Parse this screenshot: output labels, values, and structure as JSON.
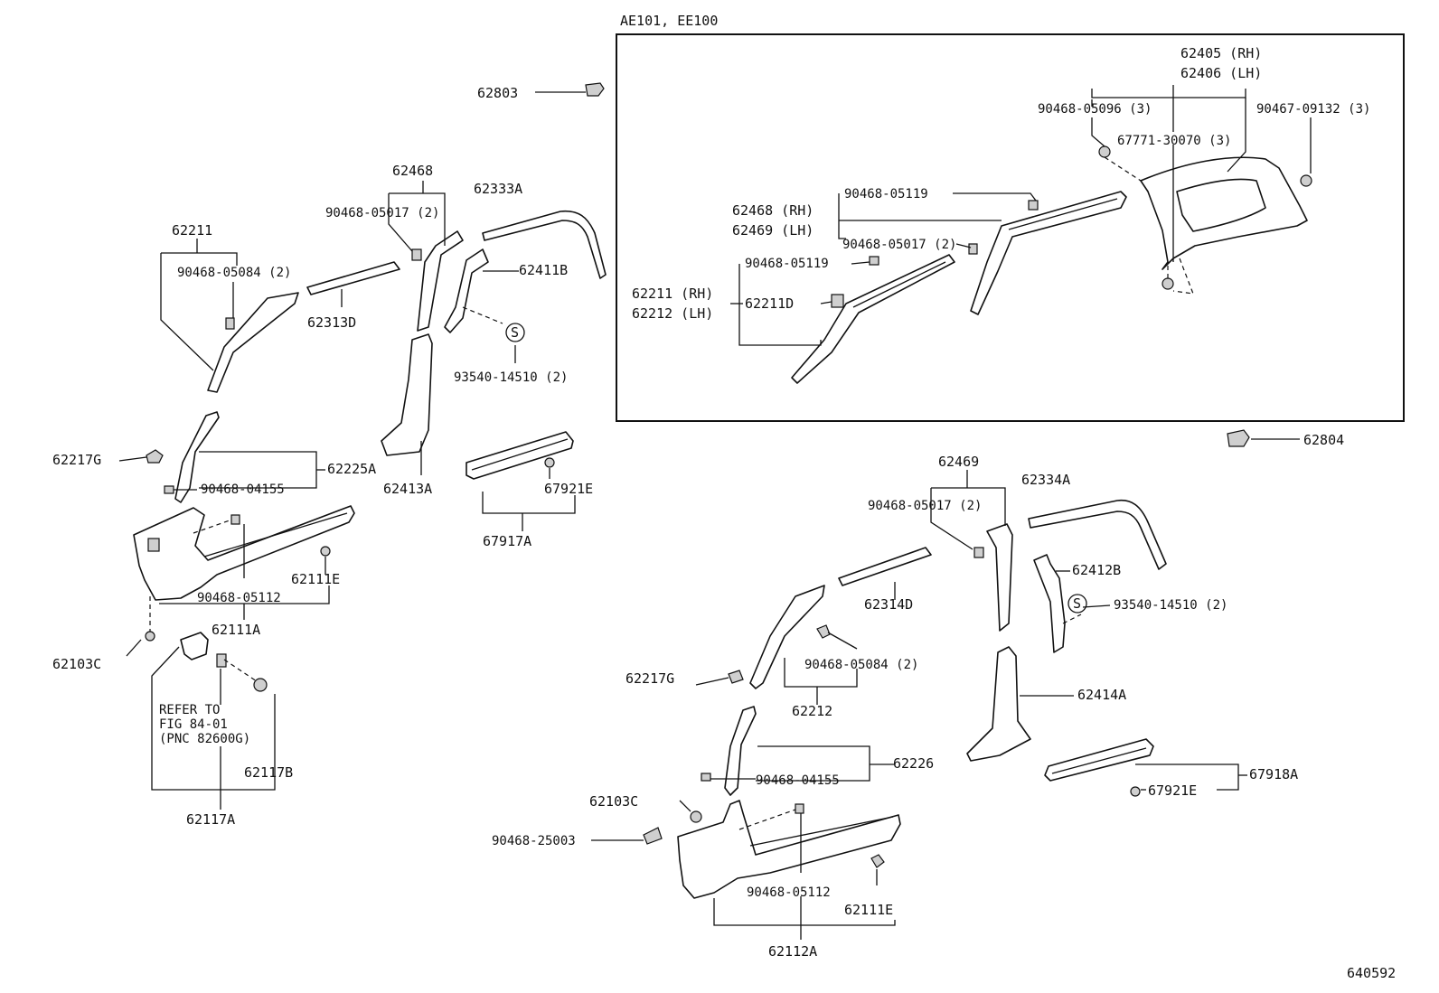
{
  "inset": {
    "title": "AE101, EE100",
    "labels": {
      "p62405": "62405 (RH)",
      "p62406": "62406 (LH)",
      "c9046805096": "90468-05096 (3)",
      "c9046709132": "90467-09132 (3)",
      "c6777130070": "67771-30070 (3)",
      "p62468rh": "62468 (RH)",
      "p62469lh": "62469 (LH)",
      "c9046805119a": "90468-05119",
      "c9046805017": "90468-05017 (2)",
      "c9046805119b": "90468-05119",
      "p62211rh": "62211 (RH)",
      "p62212lh": "62212 (LH)",
      "p62211d": "62211D"
    }
  },
  "left": {
    "labels": {
      "p62803": "62803",
      "p62468": "62468",
      "p62333a": "62333A",
      "c9046805017": "90468-05017 (2)",
      "p62211": "62211",
      "c9046805084": "90468-05084 (2)",
      "p62411b": "62411B",
      "p62313d": "62313D",
      "s_mark": "S",
      "c9354014510": "93540-14510 (2)",
      "p62217g": "62217G",
      "p62225a": "62225A",
      "c9046804155": "90468-04155",
      "p62413a": "62413A",
      "p67921e": "67921E",
      "p67917a": "67917A",
      "p62111e": "62111E",
      "c9046805112": "90468-05112",
      "p62111a": "62111A",
      "p62103c": "62103C",
      "refer1": "REFER TO",
      "refer2": "FIG 84-01",
      "refer3": "(PNC 82600G)",
      "p62117b": "62117B",
      "p62117a": "62117A"
    }
  },
  "right": {
    "labels": {
      "p62804": "62804",
      "p62469": "62469",
      "p62334a": "62334A",
      "c9046805017": "90468-05017 (2)",
      "p62412b": "62412B",
      "p62314d": "62314D",
      "s_mark": "S",
      "c9354014510": "93540-14510 (2)",
      "c9046805084": "90468-05084 (2)",
      "p62414a": "62414A",
      "p62217g": "62217G",
      "p62212": "62212",
      "p62226": "62226",
      "c9046804155": "90468-04155",
      "p67918a": "67918A",
      "p67921e": "67921E",
      "p62103c": "62103C",
      "c9046825003": "90468-25003",
      "c9046805112": "90468-05112",
      "p62111e": "62111E",
      "p62112a": "62112A"
    }
  },
  "figure_number": "640592"
}
